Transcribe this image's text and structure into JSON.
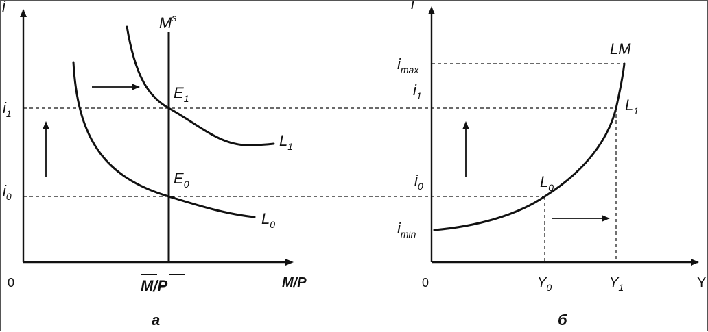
{
  "left_panel": {
    "y_axis_label": "i",
    "x_axis_label": "M/P",
    "origin": "0",
    "supply_label": "M",
    "supply_sup": "s",
    "i1": "i",
    "i1_sub": "1",
    "i0": "i",
    "i0_sub": "0",
    "e1": "E",
    "e1_sub": "1",
    "e0": "E",
    "e0_sub": "0",
    "l1": "L",
    "l1_sub": "1",
    "l0": "L",
    "l0_sub": "0",
    "mp_label": "M/P",
    "caption": "а"
  },
  "right_panel": {
    "y_axis_label": "i",
    "x_axis_label": "Y",
    "origin": "0",
    "imax": "i",
    "imax_sub": "max",
    "i1": "i",
    "i1_sub": "1",
    "i0": "i",
    "i0_sub": "0",
    "imin": "i",
    "imin_sub": "min",
    "lm": "LM",
    "l1": "L",
    "l1_sub": "1",
    "l0": "L",
    "l0_sub": "0",
    "y0": "Y",
    "y0_sub": "0",
    "y1": "Y",
    "y1_sub": "1",
    "caption": "б"
  }
}
